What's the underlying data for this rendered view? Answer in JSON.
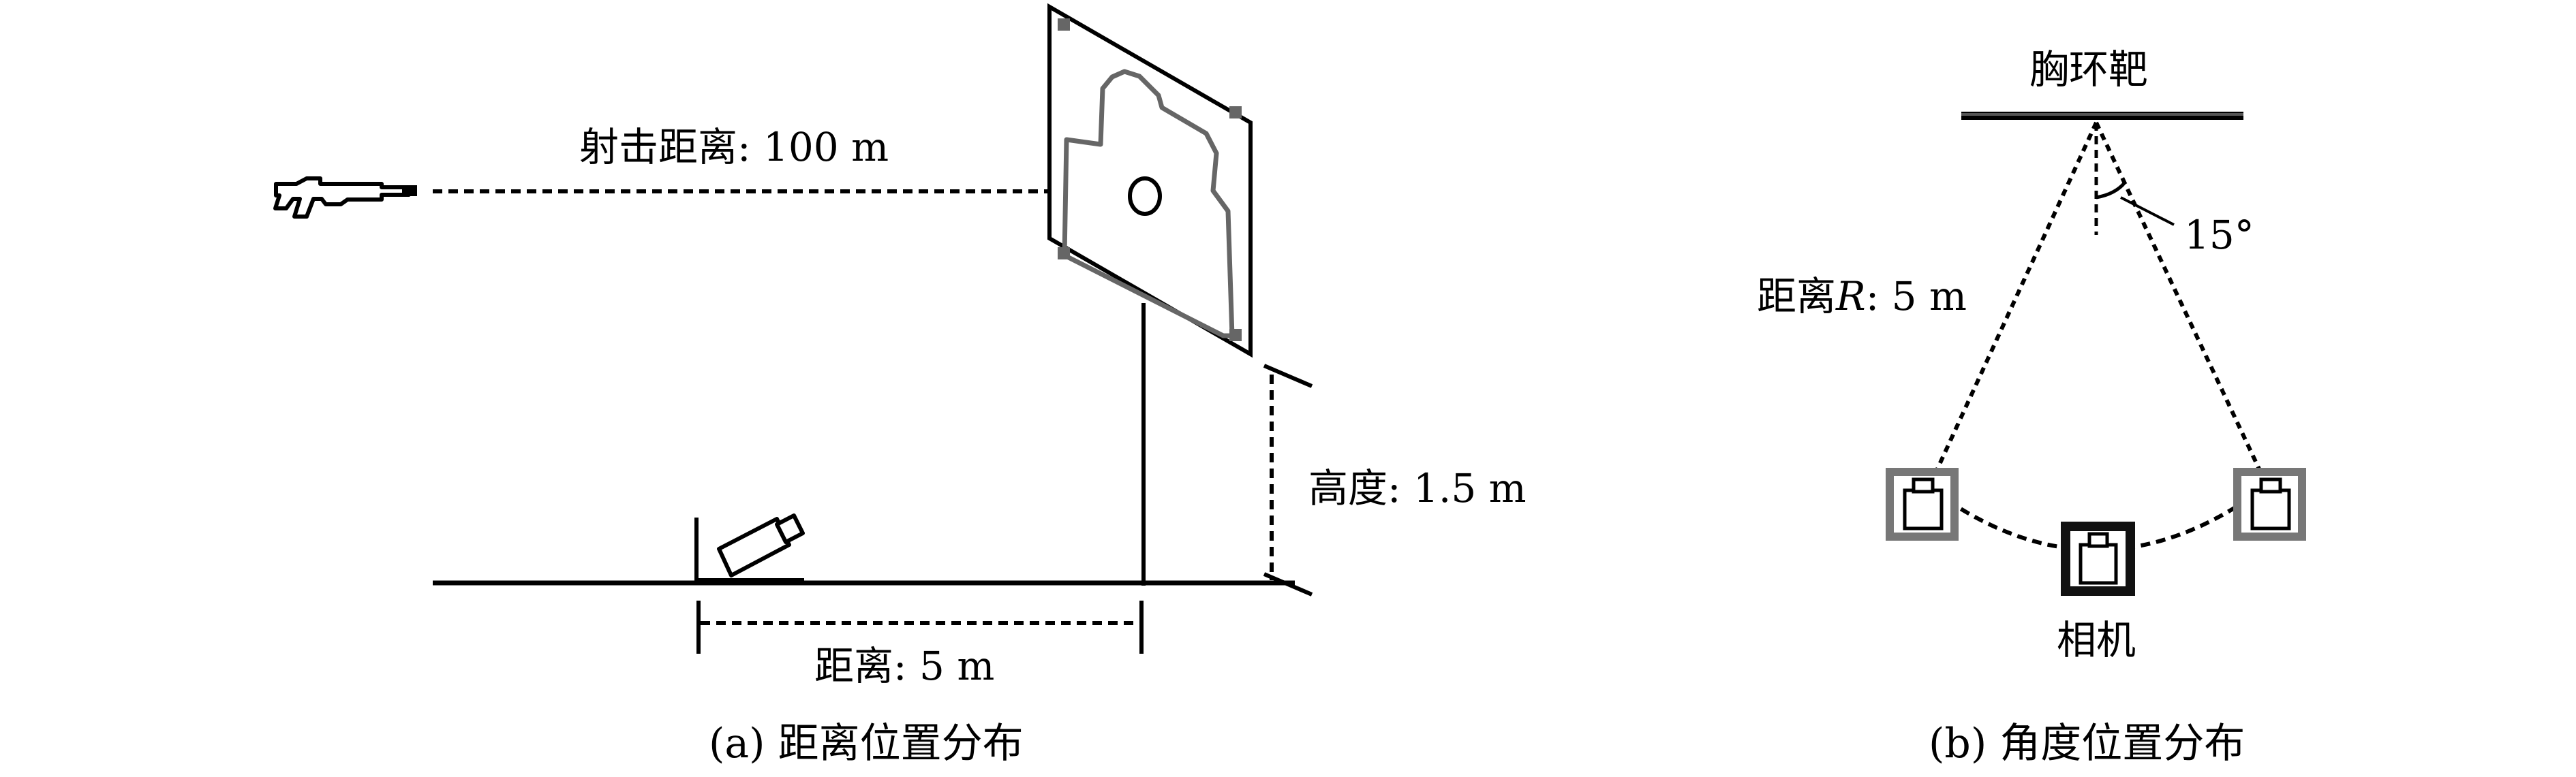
{
  "panel_a": {
    "shooting_distance": "射击距离: 100 m",
    "height": "高度: 1.5 m",
    "distance": "距离: 5 m",
    "caption": "(a) 距离位置分布"
  },
  "panel_b": {
    "target_name": "胸环靶",
    "angle": "15°",
    "distance_prefix": "距离",
    "distance_var": "R",
    "distance_suffix": ": 5 m",
    "camera": "相机",
    "caption": "(b) 角度位置分布"
  },
  "colors": {
    "line": "#000000",
    "target_outline": "#666666",
    "camera_gray": "#707070",
    "camera_dark": "#111111"
  },
  "icons": [
    "rifle-icon",
    "camera-icon",
    "target-board-icon"
  ]
}
